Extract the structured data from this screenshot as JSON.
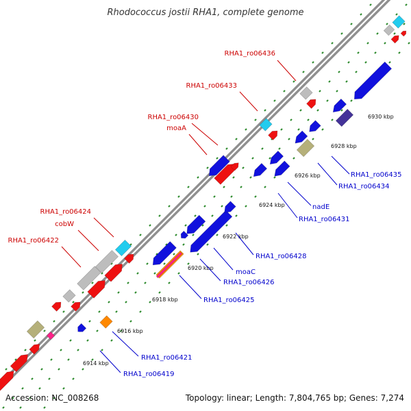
{
  "title": "Rhodococcus jostii RHA1, complete genome",
  "footer": {
    "accession": "Accession: NC_008268",
    "summary": "Topology: linear; Length: 7,804,765 bp; Genes: 7,274"
  },
  "colors": {
    "backbone": "#8f8f8f",
    "dots": "#2e8b2e",
    "forward_label": "#cc0000",
    "reverse_label": "#0000cc"
  },
  "ticks": [
    "6914 kbp",
    "6916 kbp",
    "6918 kbp",
    "6920 kbp",
    "6922 kbp",
    "6924 kbp",
    "6926 kbp",
    "6928 kbp",
    "6930 kbp"
  ],
  "forward_labels": [
    "RHA1_ro06436",
    "RHA1_ro06433",
    "RHA1_ro06430",
    "moaA",
    "RHA1_ro06424",
    "cobW",
    "RHA1_ro06422"
  ],
  "reverse_labels": [
    "RHA1_ro06435",
    "RHA1_ro06434",
    "nadE",
    "RHA1_ro06431",
    "RHA1_ro06428",
    "moaC",
    "RHA1_ro06426",
    "RHA1_ro06425",
    "RHA1_ro06421",
    "RHA1_ro06419"
  ]
}
